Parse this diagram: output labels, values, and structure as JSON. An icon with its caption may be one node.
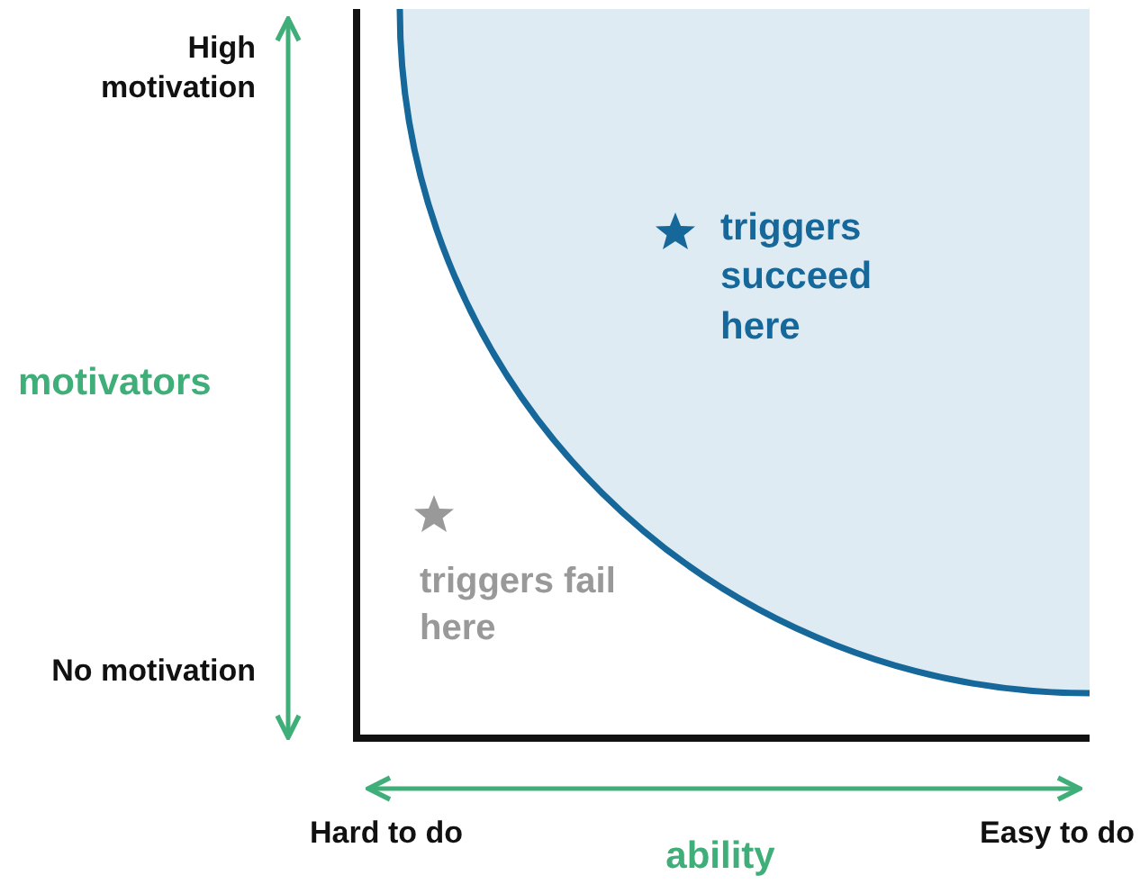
{
  "diagram": {
    "labels": [
      "High motivation",
      "motivators",
      "triggers succeed here",
      "triggers fail here",
      "No motivation",
      "Hard to do",
      "ability",
      "Easy to do"
    ]
  }
}
